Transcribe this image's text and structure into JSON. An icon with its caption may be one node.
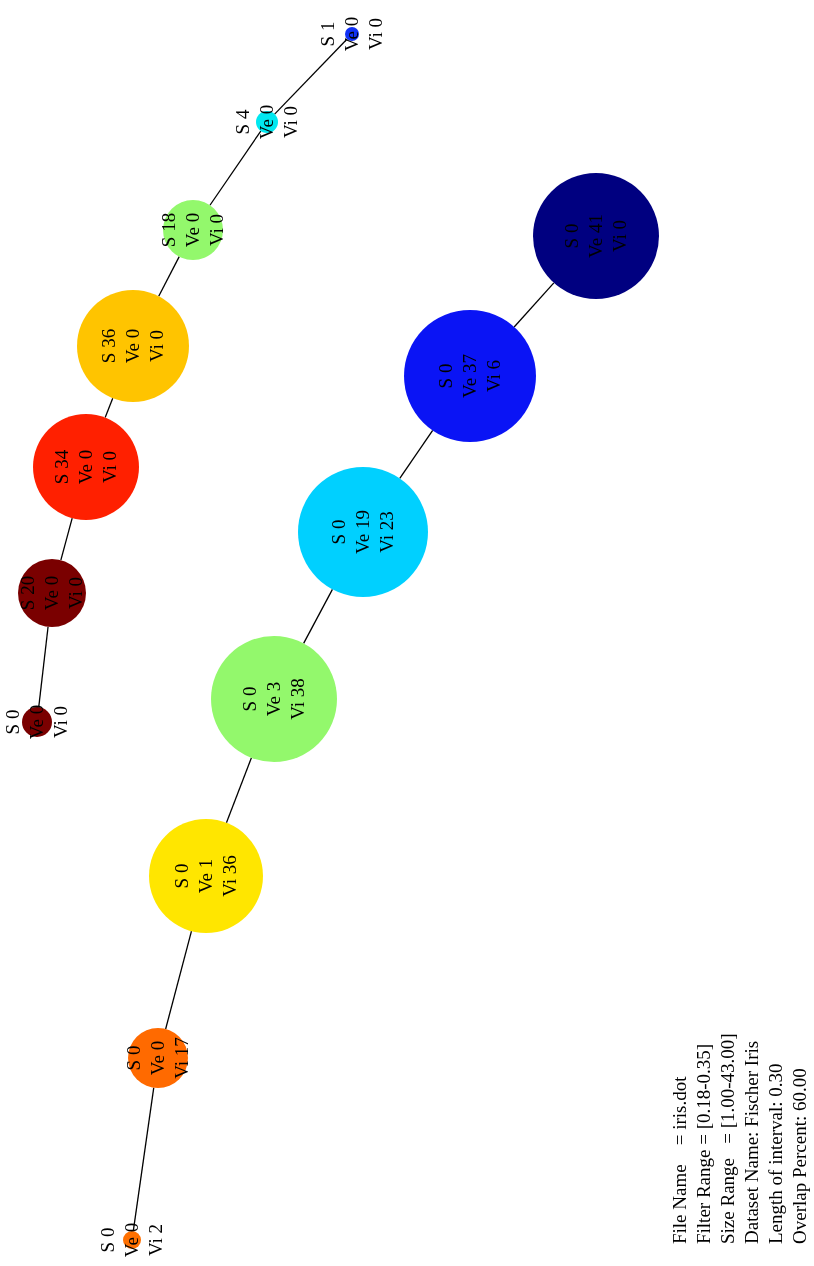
{
  "diagram": {
    "nodes": [
      {
        "text": [
          "S 1",
          "Ve 0",
          "Vi 0"
        ]
      },
      {
        "text": [
          "S 4",
          "Ve 0",
          "Vi 0"
        ]
      },
      {
        "text": [
          "S 18",
          "Ve 0",
          "Vi 0"
        ]
      },
      {
        "text": [
          "S 36",
          "Ve 0",
          "Vi 0"
        ]
      },
      {
        "text": [
          "S 34",
          "Ve 0",
          "Vi 0"
        ]
      },
      {
        "text": [
          "S 20",
          "Ve 0",
          "Vi 0"
        ]
      },
      {
        "text": [
          "S 0",
          "Ve 0",
          "Vi 0"
        ]
      },
      {
        "text": [
          "S 0",
          "Ve 41",
          "Vi 0"
        ]
      },
      {
        "text": [
          "S 0",
          "Ve 37",
          "Vi 6"
        ]
      },
      {
        "text": [
          "S 0",
          "Ve 19",
          "Vi 23"
        ]
      },
      {
        "text": [
          "S 0",
          "Ve 3",
          "Vi 38"
        ]
      },
      {
        "text": [
          "S 0",
          "Ve 1",
          "Vi 36"
        ]
      },
      {
        "text": [
          "S 0",
          "Ve 0",
          "Vi 17"
        ]
      },
      {
        "text": [
          "S 0",
          "Ve 0",
          "Vi 2"
        ]
      }
    ],
    "edges": [
      {
        "from": 0,
        "to": 1,
        "arrow": "none"
      },
      {
        "from": 1,
        "to": 2,
        "arrow": "none"
      },
      {
        "from": 2,
        "to": 3,
        "arrow": "none"
      },
      {
        "from": 3,
        "to": 4,
        "arrow": "none"
      },
      {
        "from": 4,
        "to": 5,
        "arrow": "none"
      },
      {
        "from": 5,
        "to": 6,
        "arrow": "none"
      },
      {
        "from": 7,
        "to": 8,
        "arrow": "none"
      },
      {
        "from": 8,
        "to": 9,
        "arrow": "none"
      },
      {
        "from": 9,
        "to": 10,
        "arrow": "none"
      },
      {
        "from": 10,
        "to": 11,
        "arrow": "none"
      },
      {
        "from": 11,
        "to": 12,
        "arrow": "none"
      },
      {
        "from": 12,
        "to": 13,
        "arrow": "none"
      }
    ],
    "labels": [
      "File Name    = iris.dot",
      "Filter Range = [0.18-0.35]",
      "Size Range   = [1.00-43.00]",
      "Dataset Name: Fischer Iris",
      "Length of interval: 0.30",
      "Overlap Percent: 60.00"
    ]
  }
}
